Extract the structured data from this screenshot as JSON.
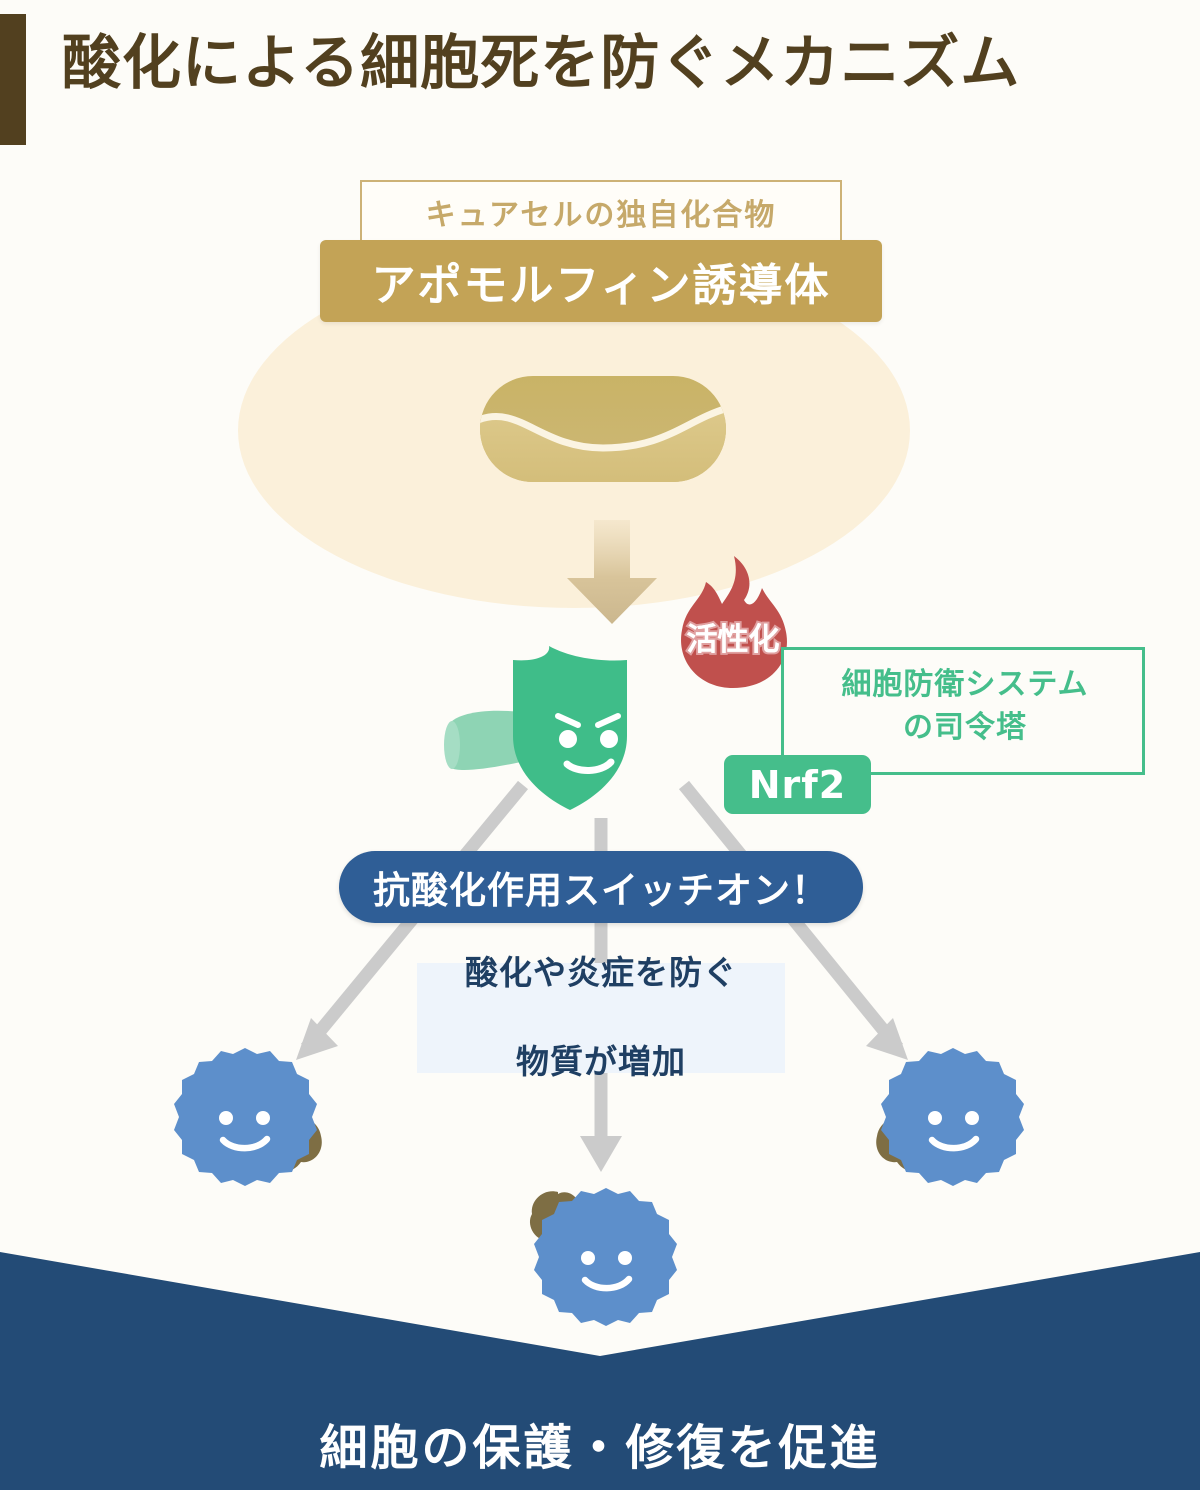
{
  "page": {
    "title": "酸化による細胞死を防ぐメカニズム"
  },
  "compound": {
    "sub_label": "キュアセルの独自化合物",
    "main_label": "アポモルフィン誘導体",
    "icon": "capsule-icon"
  },
  "activation": {
    "flame_label": "活性化",
    "flame_icon": "flame-icon"
  },
  "nrf2": {
    "badge_label": "Nrf2",
    "callout_line1": "細胞防衛システム",
    "callout_line2": "の司令塔"
  },
  "shield": {
    "icon": "shield-character-icon",
    "megaphone": "megaphone-icon"
  },
  "switch": {
    "label": "抗酸化作用スイッチオン！"
  },
  "info": {
    "line1": "酸化や炎症を防ぐ",
    "line2": "物質が増加"
  },
  "cells": [
    {
      "name": "cell-character-left"
    },
    {
      "name": "cell-character-bottom"
    },
    {
      "name": "cell-character-right"
    }
  ],
  "footer": {
    "label": "細胞の保護・修復を促進"
  },
  "colors": {
    "background": "#fdfcf8",
    "title_brown": "#52401f",
    "gold": "#c3a356",
    "gold_light": "#c6a96a",
    "cream": "#fbf0da",
    "green": "#45be8b",
    "navy": "#234b76",
    "blue_pill": "#2f5e96",
    "blue_cell": "#5d8fcb",
    "info_bg": "#eef4fb",
    "flame_red": "#c0504d",
    "arrow_gray": "#cccccc",
    "blob_brown": "#7e6e44"
  }
}
